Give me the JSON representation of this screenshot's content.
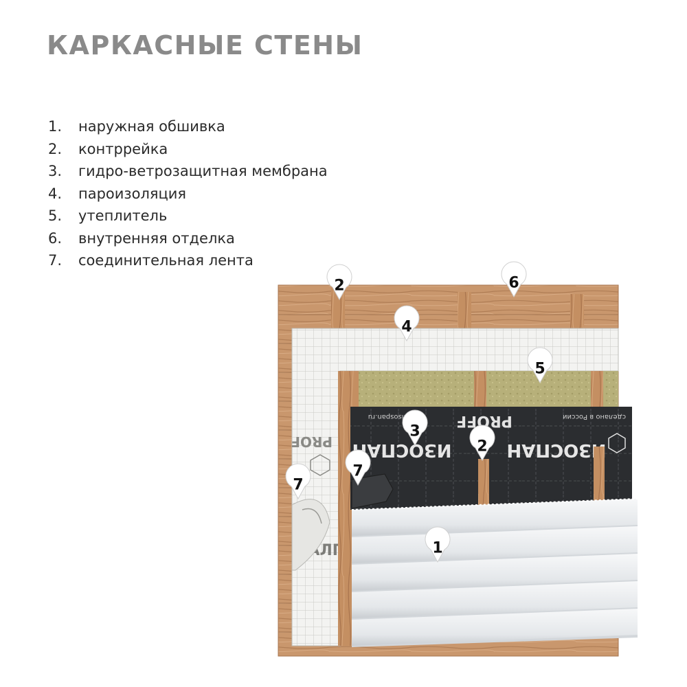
{
  "title": "КАРКАСНЫЕ СТЕНЫ",
  "legend": [
    {
      "num": "1.",
      "label": "наружная обшивка"
    },
    {
      "num": "2.",
      "label": "контррейка"
    },
    {
      "num": "3.",
      "label": "гидро-ветрозащитная мембрана"
    },
    {
      "num": "4.",
      "label": "пароизоляция"
    },
    {
      "num": "5.",
      "label": "утеплитель"
    },
    {
      "num": "6.",
      "label": "внутренняя отделка"
    },
    {
      "num": "7.",
      "label": "соединительная лента"
    }
  ],
  "markers": {
    "m1": "1",
    "m2_top": "2",
    "m2_mid": "2",
    "m3": "3",
    "m4": "4",
    "m5": "5",
    "m6": "6",
    "m7_left": "7",
    "m7_mid": "7"
  },
  "membrane_print": {
    "brand": "ИЗОСПАН",
    "brand_partial": "НАЛП",
    "series": "PROFF",
    "series_partial": "PROF",
    "site": "www.isospan.ru",
    "made": "сделано в России"
  },
  "colors": {
    "wood": "#c8946a",
    "wood_dark": "#a8744e",
    "insulation": "#b9b27a",
    "membrane": "#2a2c2e",
    "siding": "#eef0f2",
    "mesh": "#f2f2f2"
  }
}
